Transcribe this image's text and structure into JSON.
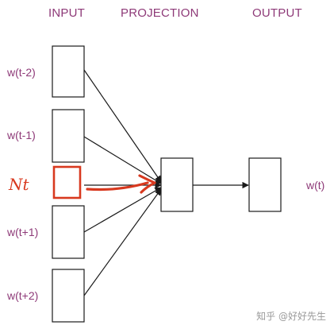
{
  "colors": {
    "label": "#8e3a78",
    "box": "#1a1a1a",
    "arrow": "#1a1a1a",
    "annotation": "#d8391f",
    "watermark": "#9a9a9a"
  },
  "headers": {
    "input": "INPUT",
    "projection": "PROJECTION",
    "output": "OUTPUT"
  },
  "inputs": [
    {
      "label": "w(t-2)"
    },
    {
      "label": "w(t-1)"
    },
    {
      "label": "Nt"
    },
    {
      "label": "w(t+1)"
    },
    {
      "label": "w(t+2)"
    }
  ],
  "output_label": "w(t)",
  "watermark": "知乎 @好好先生"
}
